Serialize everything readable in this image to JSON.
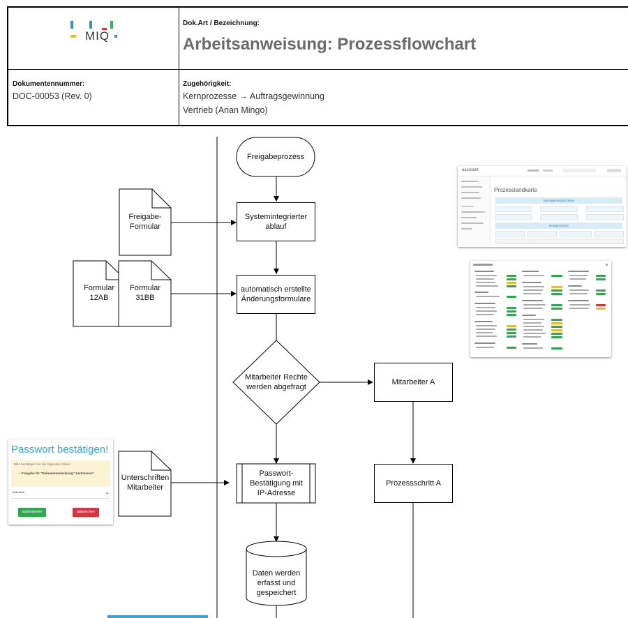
{
  "header": {
    "doc_type_label": "Dok.Art / Bezeichnung:",
    "title": "Arbeitsanweisung: Prozessflowchart",
    "doc_number_label": "Dokumentennummer:",
    "doc_number": "DOC-00053 (Rev. 0)",
    "assignment_label": "Zugehörigkeit:",
    "assignment_path_1": "Kernprozesse",
    "assignment_path_2": "Auftragsgewinnung",
    "assignment_line_2": "Vertrieb (Arian Mingo)",
    "logo_text": "MIQ"
  },
  "flow": {
    "start": "Freigabeprozess",
    "step_system": "Systemintegrierter ablauf",
    "step_forms": "automatisch erstellte Änderungsformulare",
    "decision": "Mitarbeiter Rechte werden abgefragt",
    "employee_a": "Mitarbeiter A",
    "step_password": "Passwort-Bestätigung mit IP-Adresse",
    "process_step_a": "Prozessschritt A",
    "data_store": "Daten werden erfasst und gespeichert",
    "doc_freigabe": "Freigabe-Formular",
    "doc_12ab": "Formular 12AB",
    "doc_31bb": "Formular 31BB",
    "doc_signatures": "Unterschriften Mitarbeiter"
  },
  "password_dialog": {
    "title": "Passwort bestätigen!",
    "intro": "Bitte bestätigen Sie die folgenden Aktion:",
    "item": "Freigabe für \"Dokumentenlenkung\" zustimmen?",
    "password_mask": "••••••••",
    "authorize_label": "autorisieren",
    "cancel_label": "abbrechen"
  },
  "process_map_shot": {
    "app_name": "assistant",
    "page_title": "Prozesslandkarte",
    "band_1": "Managementprozesse",
    "band_2": "Kernprozesse"
  },
  "colors": {
    "dialog_title": "#3aa3d1",
    "warn_bg": "#fcf3d4",
    "ok_green": "#2fa84f",
    "cancel_red": "#d9333f",
    "band_blue": "#d8ecf6",
    "logo_blue": "#3c8cc9",
    "logo_yellow": "#e3c020",
    "logo_green": "#3bb04a",
    "logo_red": "#d23c3c"
  }
}
